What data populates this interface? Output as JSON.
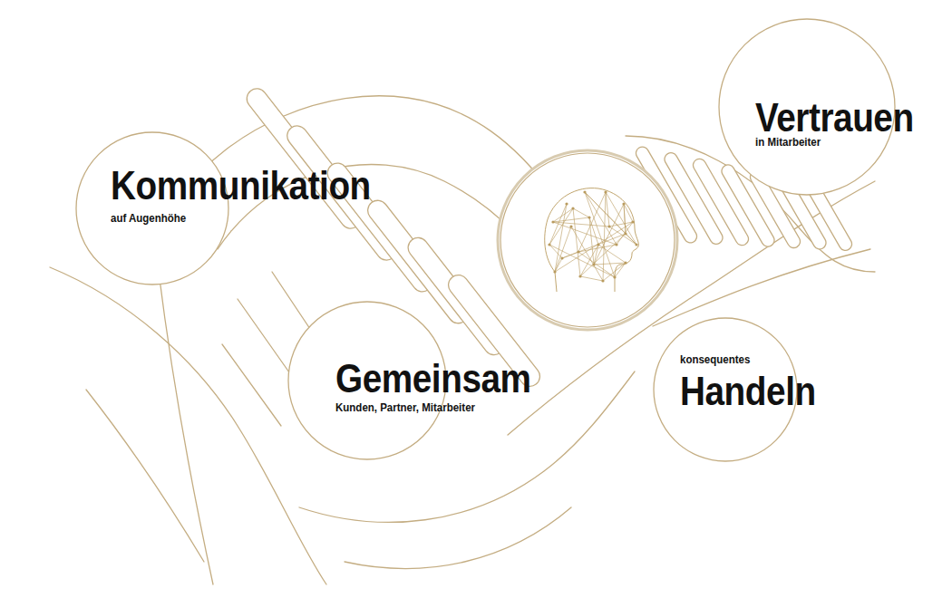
{
  "diagram": {
    "nodes": [
      {
        "text": [
          "Kommunikation",
          "auf Augenhöhe"
        ]
      },
      {
        "text": [
          "Vertrauen",
          "in Mitarbeiter"
        ]
      },
      {
        "text": [
          "Gemeinsam",
          "Kunden, Partner, Mitarbeiter"
        ]
      },
      {
        "text": [
          "konsequentes",
          "Handeln"
        ]
      }
    ]
  }
}
